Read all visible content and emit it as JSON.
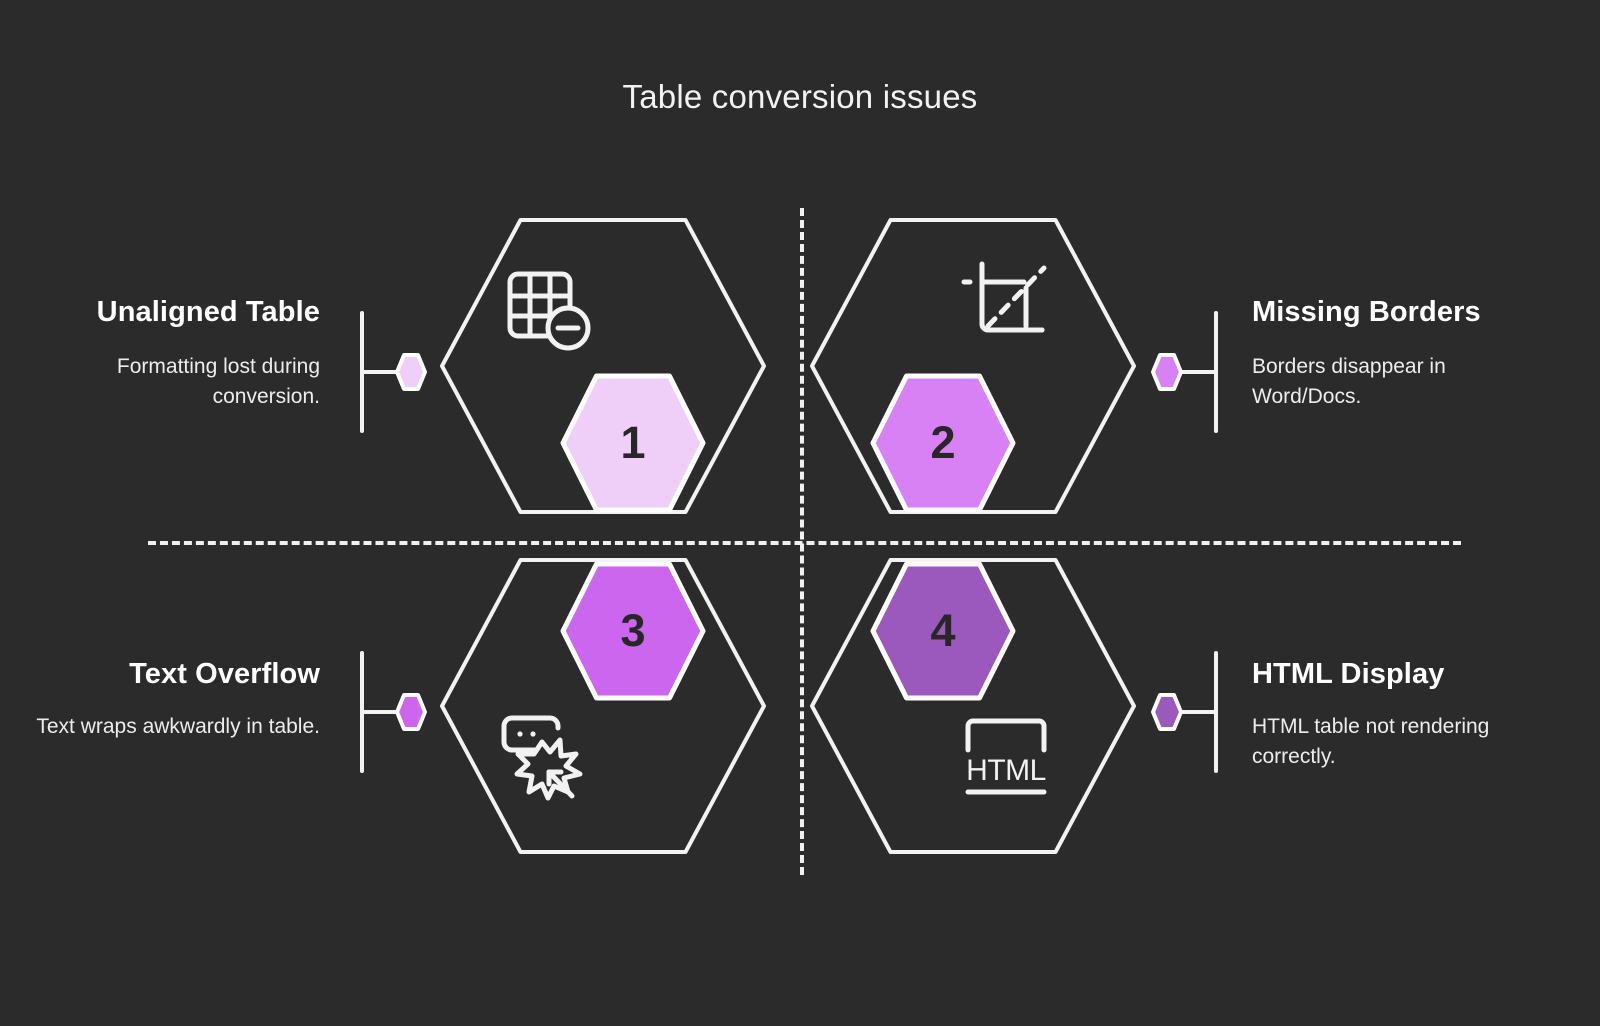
{
  "page": {
    "title": "Table conversion issues",
    "background_color": "#2b2b2b",
    "line_color": "#f2f2f2"
  },
  "quadrants": [
    {
      "position": "top-left",
      "number": "1",
      "heading": "Unaligned Table",
      "description": "Formatting lost during conversion.",
      "icon": "table-minus-icon",
      "hex_color": "#efcff7",
      "marker_color": "#efcff7"
    },
    {
      "position": "top-right",
      "number": "2",
      "heading": "Missing Borders",
      "description": "Borders disappear in Word/Docs.",
      "icon": "crop-border-icon",
      "hex_color": "#d881f5",
      "marker_color": "#d881f5"
    },
    {
      "position": "bottom-left",
      "number": "3",
      "heading": "Text Overflow",
      "description": "Text wraps awkwardly in table.",
      "icon": "click-burst-icon",
      "hex_color": "#cc66ee",
      "marker_color": "#cc66ee"
    },
    {
      "position": "bottom-right",
      "number": "4",
      "heading": "HTML Display",
      "description": "HTML table not rendering correctly.",
      "icon": "html-code-icon",
      "hex_color": "#9b59be",
      "marker_color": "#9b59be"
    }
  ]
}
